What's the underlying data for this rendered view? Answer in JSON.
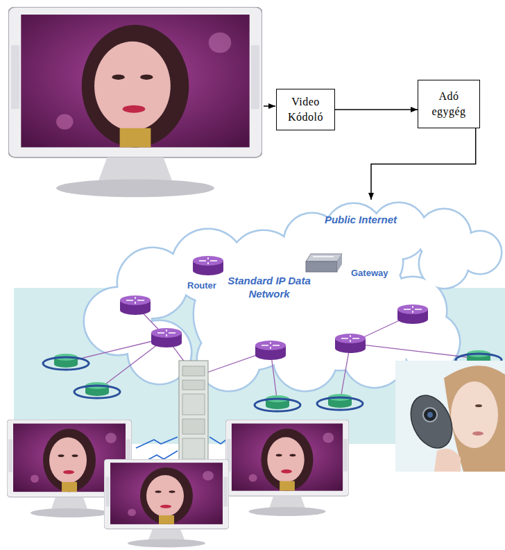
{
  "diagram": {
    "nodes": [
      {
        "text": [
          "Video Kódoló"
        ]
      },
      {
        "text": [
          "Adó egygég"
        ]
      },
      {
        "text": [
          "Public Internet",
          "Standard IP Data Network"
        ]
      }
    ],
    "edges": [
      {
        "from": 0,
        "to": 1,
        "arrow": "to"
      },
      {
        "from": 1,
        "to": 2,
        "arrow": "to"
      }
    ],
    "labels": [
      "Router",
      "Gateway"
    ]
  }
}
